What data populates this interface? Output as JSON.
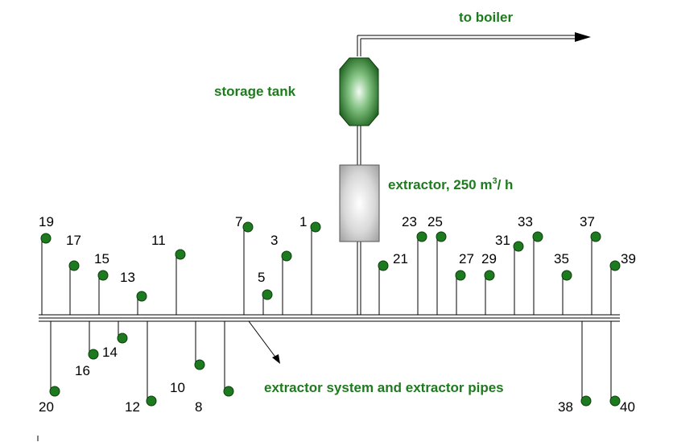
{
  "labels": {
    "to_boiler": "to boiler",
    "storage_tank": "storage tank",
    "extractor": "extractor, 250 m",
    "extractor_sup": "3",
    "extractor_unit": "/ h",
    "extractor_system": "extractor system and extractor pipes"
  },
  "colors": {
    "label_green": "#1f7a1f",
    "node_green": "#1e7a1e",
    "tank_dark": "#1f6b1f",
    "tank_light": "#e8f3e8",
    "extractor_gray": "#c8c8c8"
  },
  "nodes": [
    {
      "id": "19"
    },
    {
      "id": "17"
    },
    {
      "id": "15"
    },
    {
      "id": "13"
    },
    {
      "id": "11"
    },
    {
      "id": "7"
    },
    {
      "id": "5"
    },
    {
      "id": "3"
    },
    {
      "id": "1"
    },
    {
      "id": "21"
    },
    {
      "id": "23"
    },
    {
      "id": "25"
    },
    {
      "id": "27"
    },
    {
      "id": "29"
    },
    {
      "id": "31"
    },
    {
      "id": "33"
    },
    {
      "id": "35"
    },
    {
      "id": "37"
    },
    {
      "id": "39"
    },
    {
      "id": "20"
    },
    {
      "id": "16"
    },
    {
      "id": "14"
    },
    {
      "id": "12"
    },
    {
      "id": "10"
    },
    {
      "id": "8"
    },
    {
      "id": "38"
    },
    {
      "id": "40"
    }
  ]
}
